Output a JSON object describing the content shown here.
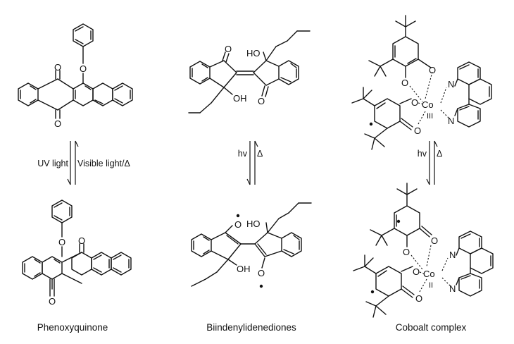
{
  "captions": {
    "left": "Phenoxyquinone",
    "middle": "Biindenylidenediones",
    "right": "Coboalt complex"
  },
  "conditions": {
    "left_forward": "UV light",
    "left_reverse": "Visible light/Δ",
    "middle_forward": "hv",
    "middle_reverse": "Δ",
    "right_forward": "hv",
    "right_reverse": "Δ"
  },
  "atoms": {
    "oxygen": "O",
    "hydroxyl_left": "HO",
    "hydroxyl_right": "OH",
    "nitrogen": "N",
    "cobalt": "Co",
    "ox_state_top": "III",
    "ox_state_bottom": "II"
  }
}
